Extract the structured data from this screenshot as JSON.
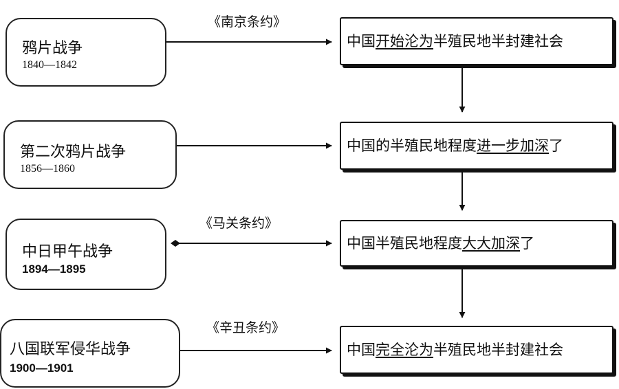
{
  "wars": [
    {
      "name": "鸦片战争",
      "years": "1840—1842"
    },
    {
      "name": "第二次鸦片战争",
      "years": "1856—1860"
    },
    {
      "name": "中日甲午战争",
      "years": "1894—1895"
    },
    {
      "name": "八国联军侵华战争",
      "years": "1900—1901"
    }
  ],
  "treaties": [
    "《南京条约》",
    "《马关条约》",
    "《辛丑条约》"
  ],
  "results": [
    {
      "pre": "中国",
      "emph": "开始沦为",
      "post": "半殖民地半封建社会"
    },
    {
      "pre": "中国的半殖民地程度",
      "emph": "进一步加深",
      "post": "了"
    },
    {
      "pre": "中国半殖民地程度",
      "emph": "大大加深",
      "post": "了"
    },
    {
      "pre": "中国",
      "emph": "完全沦为",
      "post": "半殖民地半封建社会"
    }
  ]
}
